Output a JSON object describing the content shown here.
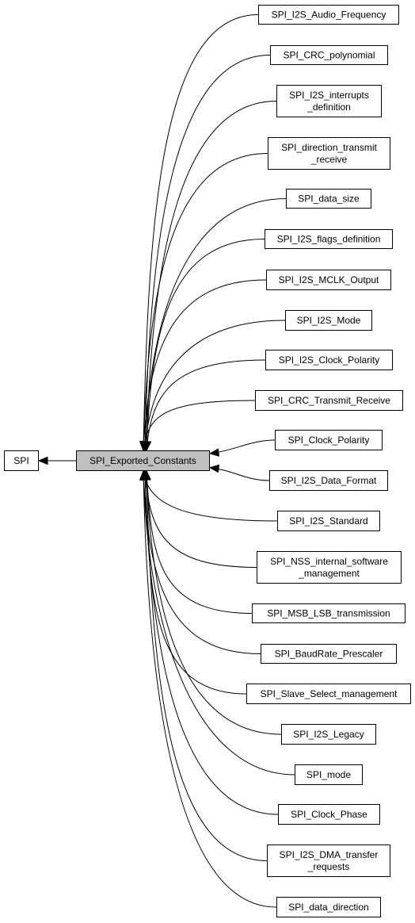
{
  "parent": {
    "id": "spi",
    "label": [
      "SPI"
    ]
  },
  "current": {
    "id": "spi-exported-constants",
    "label": [
      "SPI_Exported_Constants"
    ]
  },
  "children": [
    {
      "id": "spi-i2s-audio-frequency",
      "label": [
        "SPI_I2S_Audio_Frequency"
      ]
    },
    {
      "id": "spi-crc-polynomial",
      "label": [
        "SPI_CRC_polynomial"
      ]
    },
    {
      "id": "spi-i2s-interrupts-definition",
      "label": [
        "SPI_I2S_interrupts",
        "_definition"
      ]
    },
    {
      "id": "spi-direction-transmit-receive",
      "label": [
        "SPI_direction_transmit",
        "_receive"
      ]
    },
    {
      "id": "spi-data-size",
      "label": [
        "SPI_data_size"
      ]
    },
    {
      "id": "spi-i2s-flags-definition",
      "label": [
        "SPI_I2S_flags_definition"
      ]
    },
    {
      "id": "spi-i2s-mclk-output",
      "label": [
        "SPI_I2S_MCLK_Output"
      ]
    },
    {
      "id": "spi-i2s-mode",
      "label": [
        "SPI_I2S_Mode"
      ]
    },
    {
      "id": "spi-i2s-clock-polarity",
      "label": [
        "SPI_I2S_Clock_Polarity"
      ]
    },
    {
      "id": "spi-crc-transmit-receive",
      "label": [
        "SPI_CRC_Transmit_Receive"
      ]
    },
    {
      "id": "spi-clock-polarity",
      "label": [
        "SPI_Clock_Polarity"
      ]
    },
    {
      "id": "spi-i2s-data-format",
      "label": [
        "SPI_I2S_Data_Format"
      ]
    },
    {
      "id": "spi-i2s-standard",
      "label": [
        "SPI_I2S_Standard"
      ]
    },
    {
      "id": "spi-nss-internal-software-management",
      "label": [
        "SPI_NSS_internal_software",
        "_management"
      ]
    },
    {
      "id": "spi-msb-lsb-transmission",
      "label": [
        "SPI_MSB_LSB_transmission"
      ]
    },
    {
      "id": "spi-baudrate-prescaler",
      "label": [
        "SPI_BaudRate_Prescaler"
      ]
    },
    {
      "id": "spi-slave-select-management",
      "label": [
        "SPI_Slave_Select_management"
      ]
    },
    {
      "id": "spi-i2s-legacy",
      "label": [
        "SPI_I2S_Legacy"
      ]
    },
    {
      "id": "spi-mode",
      "label": [
        "SPI_mode"
      ]
    },
    {
      "id": "spi-clock-phase",
      "label": [
        "SPI_Clock_Phase"
      ]
    },
    {
      "id": "spi-i2s-dma-transfer-requests",
      "label": [
        "SPI_I2S_DMA_transfer",
        "_requests"
      ]
    },
    {
      "id": "spi-data-direction",
      "label": [
        "SPI_data_direction"
      ]
    }
  ]
}
